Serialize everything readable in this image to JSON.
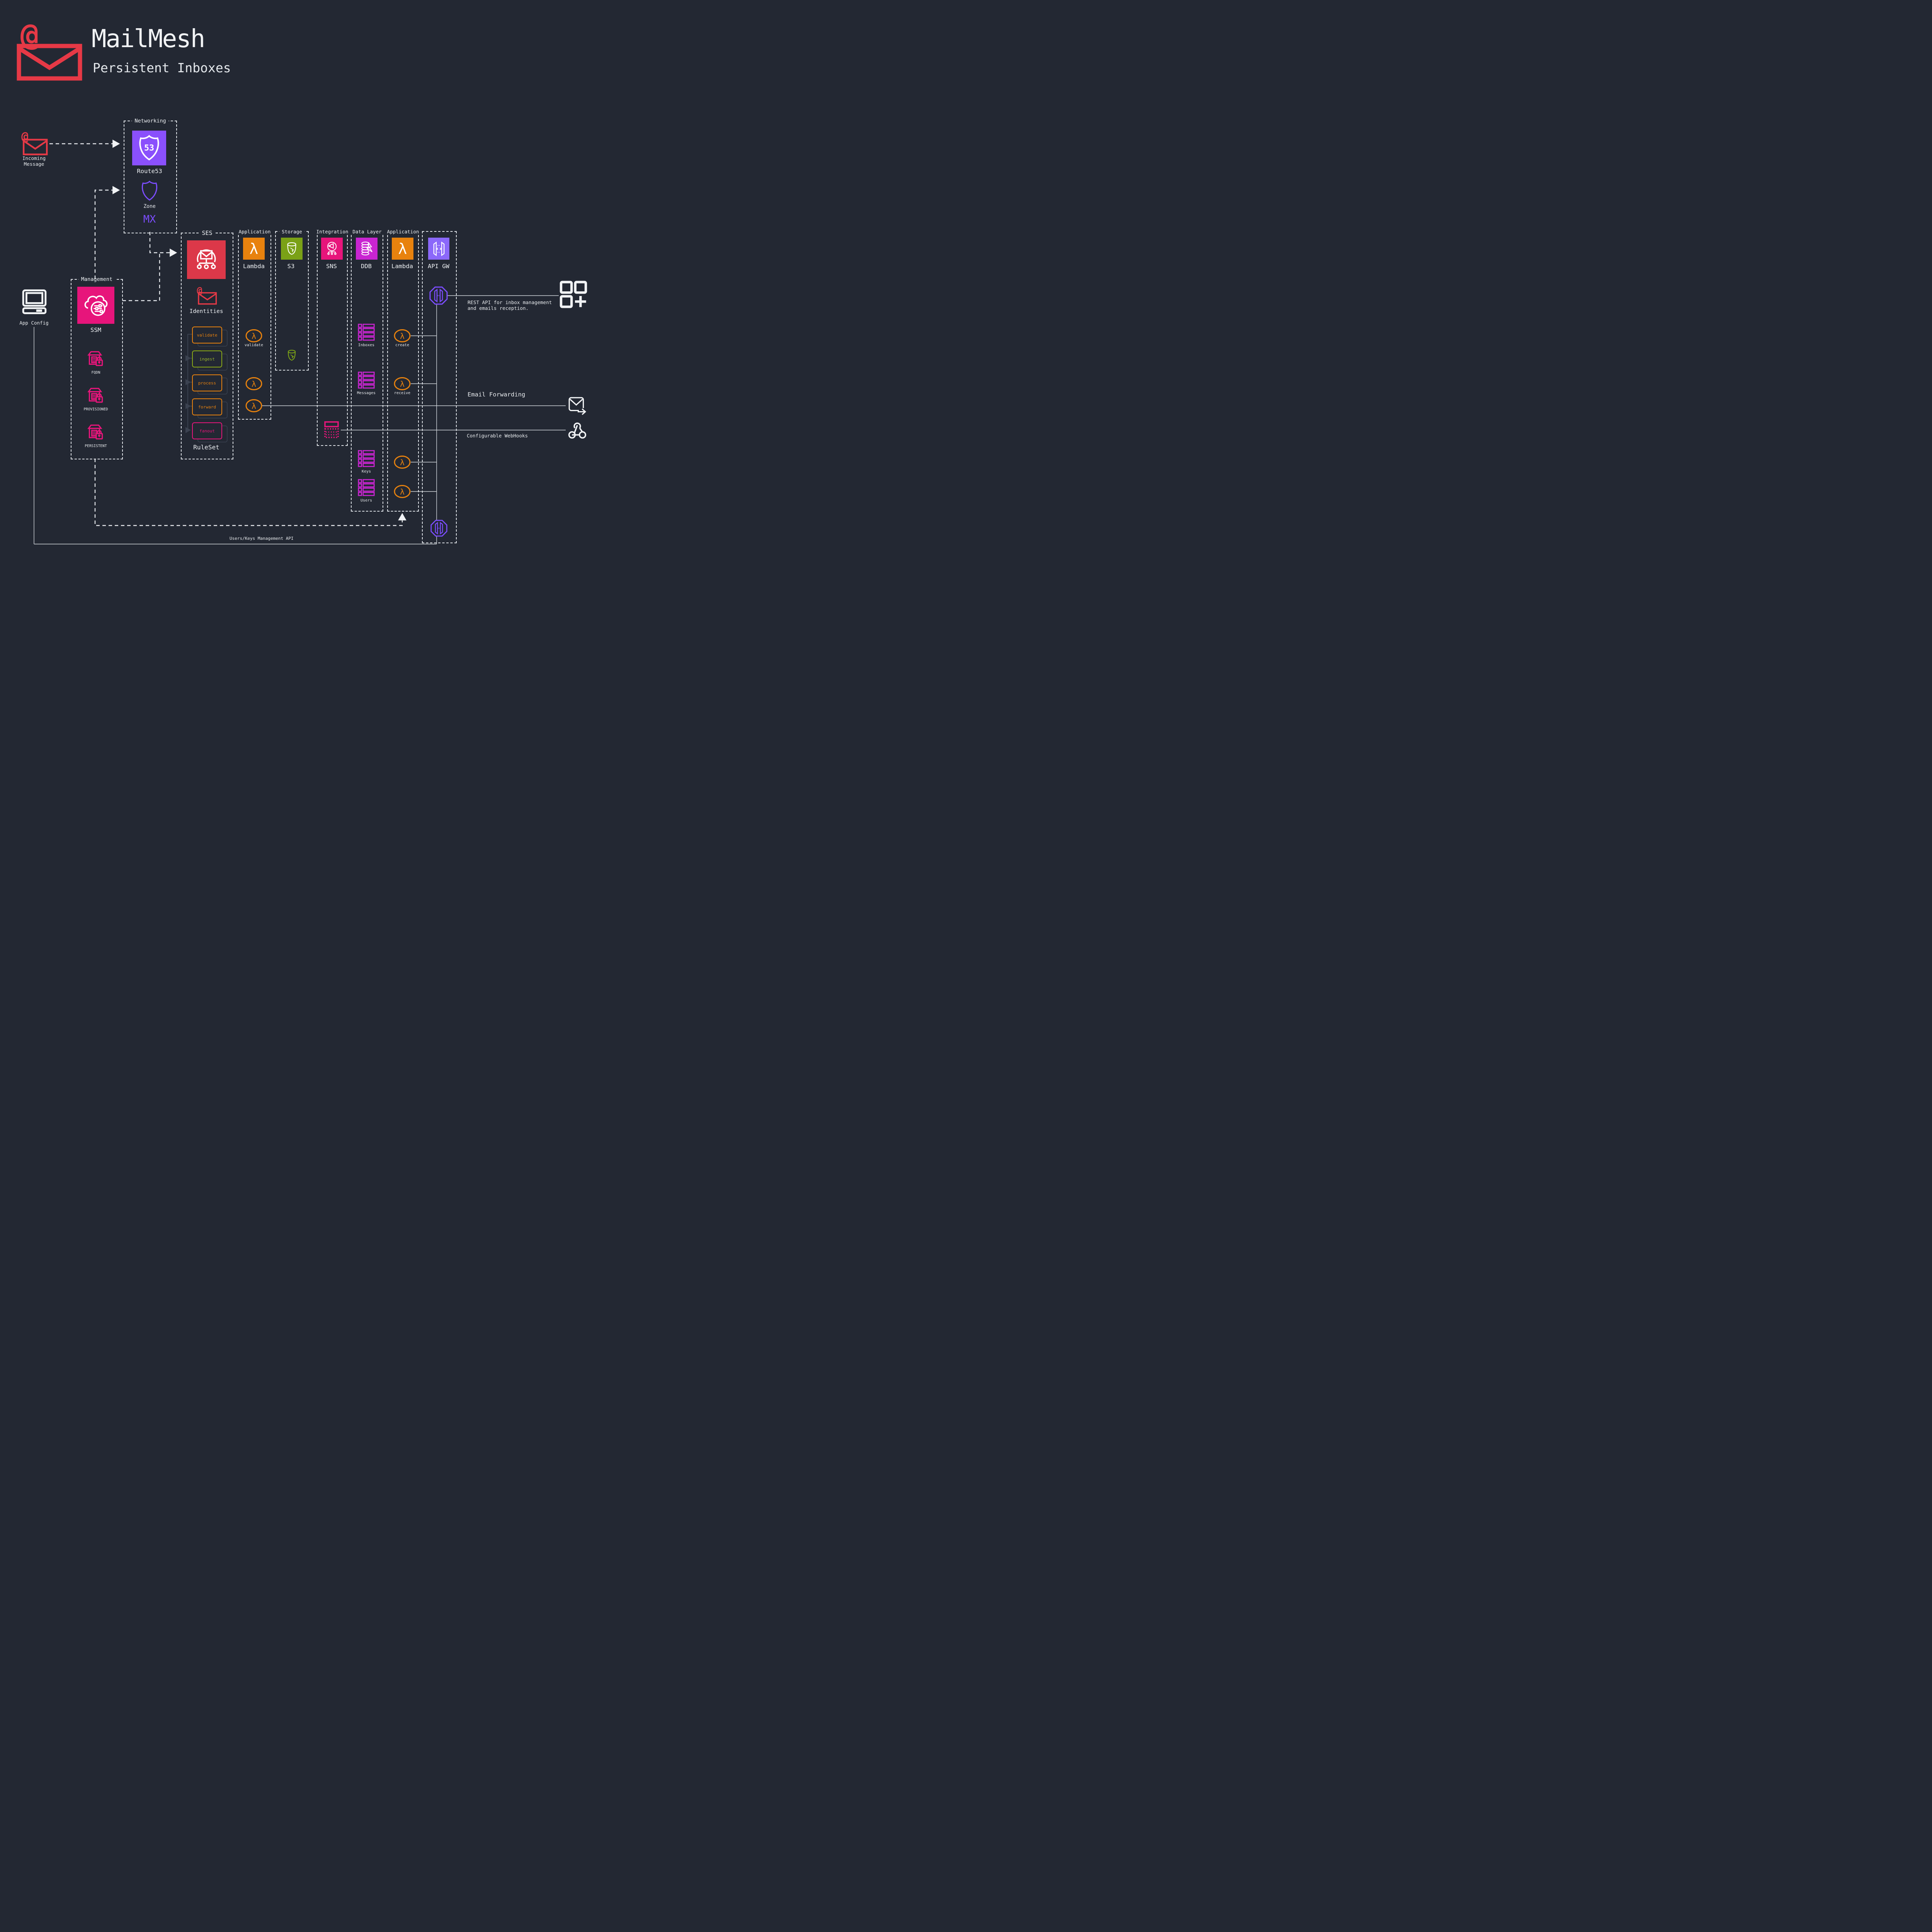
{
  "header": {
    "title": "MailMesh",
    "subtitle": "Persistent Inboxes"
  },
  "external": {
    "incoming_message": "Incoming Message",
    "app_config": "App Config"
  },
  "networking": {
    "label": "Networking",
    "route53_label": "Route53",
    "route53_glyph": "53",
    "zone_label": "Zone",
    "mx_label": "MX"
  },
  "management": {
    "label": "Management",
    "ssm_label": "SSM",
    "params": [
      "FQDN",
      "PROVISIONED",
      "PERSISTENT"
    ]
  },
  "ses": {
    "label": "SES",
    "identities_label": "Identities",
    "ruleset_label": "RuleSet",
    "rules": [
      "validate",
      "ingest",
      "process",
      "forward",
      "fanout"
    ]
  },
  "columns": [
    {
      "header": "Application",
      "service": "Lambda"
    },
    {
      "header": "Storage",
      "service": "S3"
    },
    {
      "header": "Integration",
      "service": "SNS"
    },
    {
      "header": "Data Layer",
      "service": "DDB"
    },
    {
      "header": "Application",
      "service": "Lambda"
    },
    {
      "header": "",
      "service": "API GW"
    }
  ],
  "lambda_items": {
    "validate": "validate",
    "create": "create",
    "receive": "receive"
  },
  "ddb_tables": [
    "Inboxes",
    "Messages",
    "Keys",
    "Users"
  ],
  "annotations": {
    "rest_api_1": "REST API for inbox management",
    "rest_api_2": "and emails reception.",
    "email_forwarding": "Email Forwarding",
    "webhooks": "Configurable WebHooks",
    "users_keys_api": "Users/Keys Management API"
  },
  "icons": [
    "mail-at-icon",
    "route53-shield-icon",
    "zone-shield-icon",
    "ses-icon",
    "ssm-icon",
    "parameter-lock-icon",
    "lambda-icon",
    "s3-bucket-icon",
    "sns-icon",
    "dynamodb-icon",
    "api-gateway-icon",
    "api-hexagon-icon",
    "table-icon",
    "subscription-grid-icon",
    "computer-icon",
    "apps-plus-icon",
    "mail-forward-icon",
    "webhook-icon"
  ],
  "colors": {
    "background": "#232833",
    "text": "#eef1f4",
    "red": "#e63946",
    "ses_red": "#dc3849",
    "orange": "#e8820e",
    "green": "#7aa116",
    "pink": "#e7157b",
    "magenta": "#c925d1",
    "purple_block": "#8a50fc",
    "purple_stroke": "#7c4dff",
    "apigw_purple": "#8b68fa",
    "rule_validate": "#e8820e",
    "rule_ingest": "#8aa916",
    "rule_process": "#e8820e",
    "rule_forward": "#e8820e",
    "rule_fanout": "#e7157b",
    "dim_line": "#3b4250"
  }
}
